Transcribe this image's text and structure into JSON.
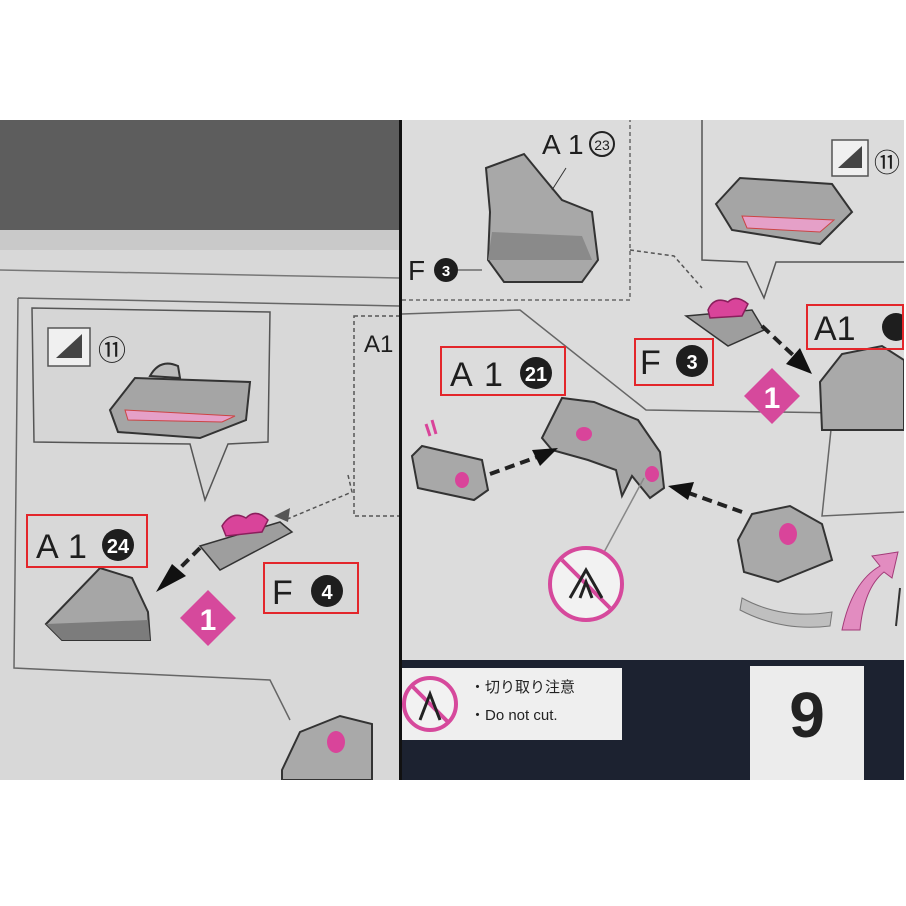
{
  "left_panel": {
    "callout_number": "⑪",
    "part_a1": {
      "letter": "A",
      "digit": "1",
      "num": "24"
    },
    "part_f": {
      "letter": "F",
      "num": "4"
    },
    "step": "1",
    "partial_label": "A1"
  },
  "right_panel": {
    "top_part_label": {
      "letter": "A",
      "digit": "1",
      "num": "23"
    },
    "f3_small": {
      "letter": "F",
      "num": "3"
    },
    "callout_number": "⑪",
    "part_a1_right": "A1",
    "part_a1_21": {
      "letter": "A",
      "digit": "1",
      "num": "21"
    },
    "part_f3": {
      "letter": "F",
      "num": "3"
    },
    "step": "1",
    "warning": {
      "jp": "・切り取り注意",
      "en": "・Do not cut."
    },
    "page_number": "9"
  },
  "colors": {
    "highlight": "#e3262b",
    "part_pink": "#d9449a",
    "part_gray": "#a9a9a9",
    "step_diamond": "#d6499c",
    "page_bar": "#1c2230"
  }
}
